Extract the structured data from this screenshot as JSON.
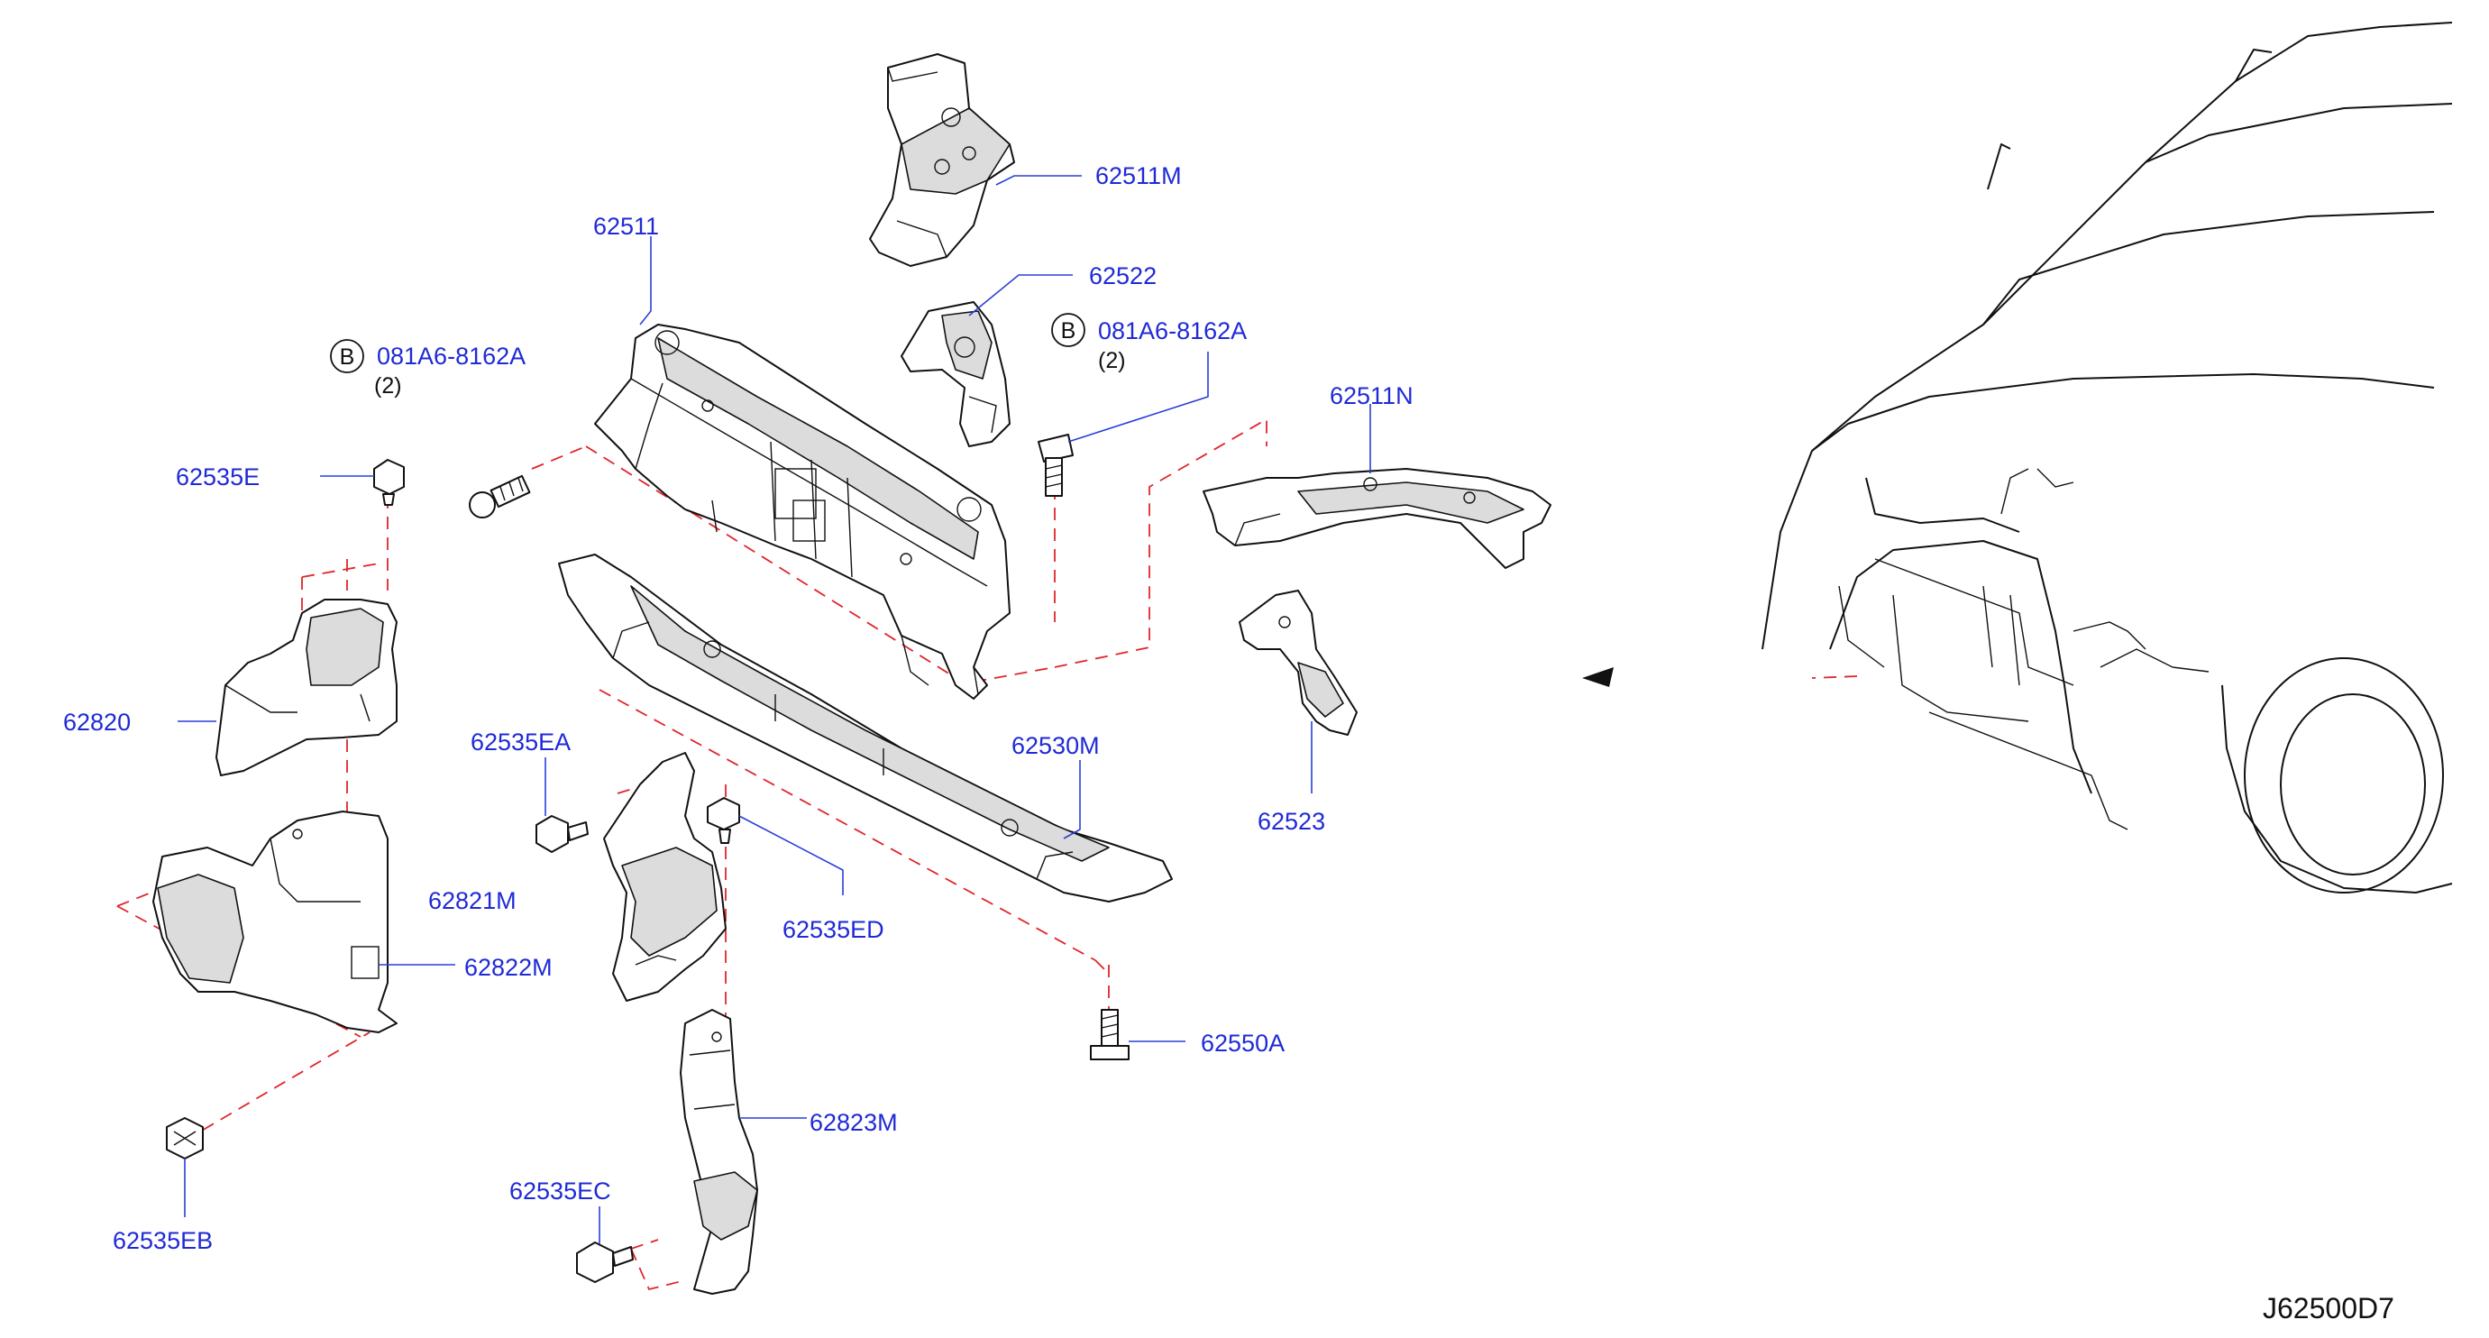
{
  "callouts": {
    "p62511M": "62511M",
    "p62511": "62511",
    "p62522": "62522",
    "bolt_left": "081A6-8162A",
    "bolt_right": "081A6-8162A",
    "qty_left": "(2)",
    "qty_right": "(2)",
    "p62535E": "62535E",
    "p62511N": "62511N",
    "p62820": "62820",
    "p62535EA": "62535EA",
    "p62530M": "62530M",
    "p62523": "62523",
    "p62821M": "62821M",
    "p62535ED": "62535ED",
    "p62822M": "62822M",
    "p62550A": "62550A",
    "p62823M": "62823M",
    "p62535EC": "62535EC",
    "p62535EB": "62535EB"
  },
  "bolt_marker": "B",
  "diagram_code": "J62500D7",
  "colors": {
    "callout_text": "#1f2ad6",
    "leader_line": "#2a3fd8",
    "assembly_dash": "#e0262b",
    "line_art": "#111111"
  }
}
